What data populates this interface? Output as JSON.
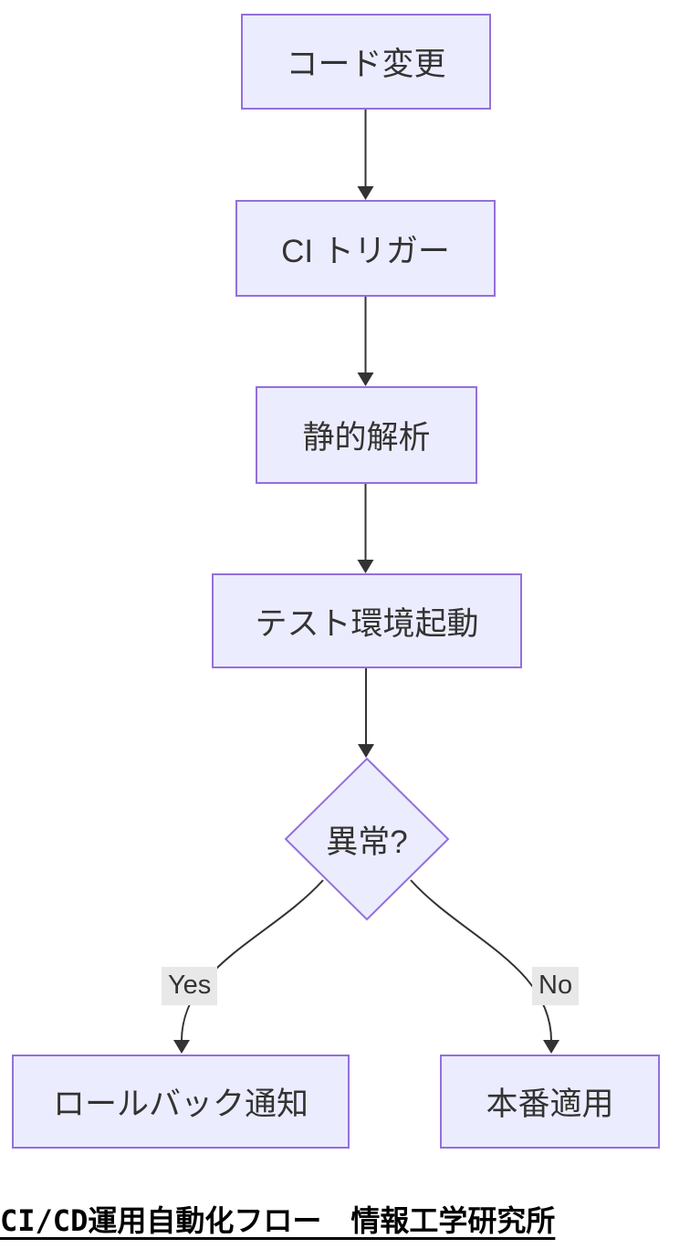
{
  "diagram": {
    "type": "flowchart",
    "direction": "top-down",
    "nodes": [
      {
        "id": "code-change",
        "shape": "rect",
        "label": "コード変更"
      },
      {
        "id": "ci-trigger",
        "shape": "rect",
        "label": "CI トリガー"
      },
      {
        "id": "static-analysis",
        "shape": "rect",
        "label": "静的解析"
      },
      {
        "id": "test-env-start",
        "shape": "rect",
        "label": "テスト環境起動"
      },
      {
        "id": "anomaly-check",
        "shape": "diamond",
        "label": "異常?"
      },
      {
        "id": "rollback-notify",
        "shape": "rect",
        "label": "ロールバック通知"
      },
      {
        "id": "production-apply",
        "shape": "rect",
        "label": "本番適用"
      }
    ],
    "edges": [
      {
        "from": "code-change",
        "to": "ci-trigger",
        "label": ""
      },
      {
        "from": "ci-trigger",
        "to": "static-analysis",
        "label": ""
      },
      {
        "from": "static-analysis",
        "to": "test-env-start",
        "label": ""
      },
      {
        "from": "test-env-start",
        "to": "anomaly-check",
        "label": ""
      },
      {
        "from": "anomaly-check",
        "to": "rollback-notify",
        "label": "Yes"
      },
      {
        "from": "anomaly-check",
        "to": "production-apply",
        "label": "No"
      }
    ],
    "caption": "CI/CD運用自動化フロー　情報工学研究所",
    "colors": {
      "node_fill": "#ECECFF",
      "node_border": "#9370DB",
      "edge_stroke": "#333333",
      "edge_label_bg": "#e8e8e8",
      "node_text": "#333333",
      "caption_text": "#000000",
      "background": "#ffffff"
    }
  }
}
